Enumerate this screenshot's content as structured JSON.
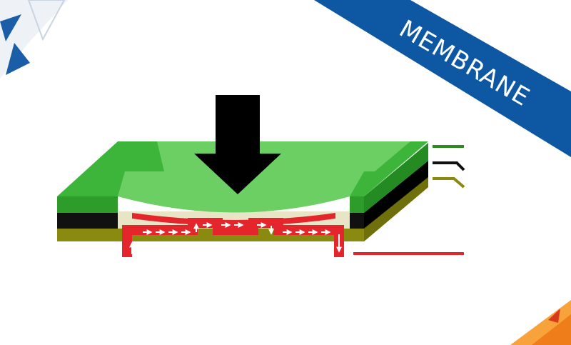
{
  "banner": {
    "label": "MEMBRANE",
    "color": "#0e57a3"
  },
  "diagram": {
    "press_arrow": "arrow-down-icon",
    "layers": [
      {
        "name": "top-membrane",
        "color": "#3db53b",
        "top_color": "#6ccf63"
      },
      {
        "name": "spacer",
        "color": "#111111"
      },
      {
        "name": "bottom-circuit",
        "color": "#8a8a10"
      },
      {
        "name": "contact-trace",
        "color": "#e4262c"
      }
    ],
    "lead_colors": [
      "#2e8b1e",
      "#111111",
      "#8a8a10",
      "#e4262c"
    ]
  },
  "decor": {
    "top_left_color": "#1a5ea8",
    "bottom_right_color": "#ee7d1a"
  }
}
